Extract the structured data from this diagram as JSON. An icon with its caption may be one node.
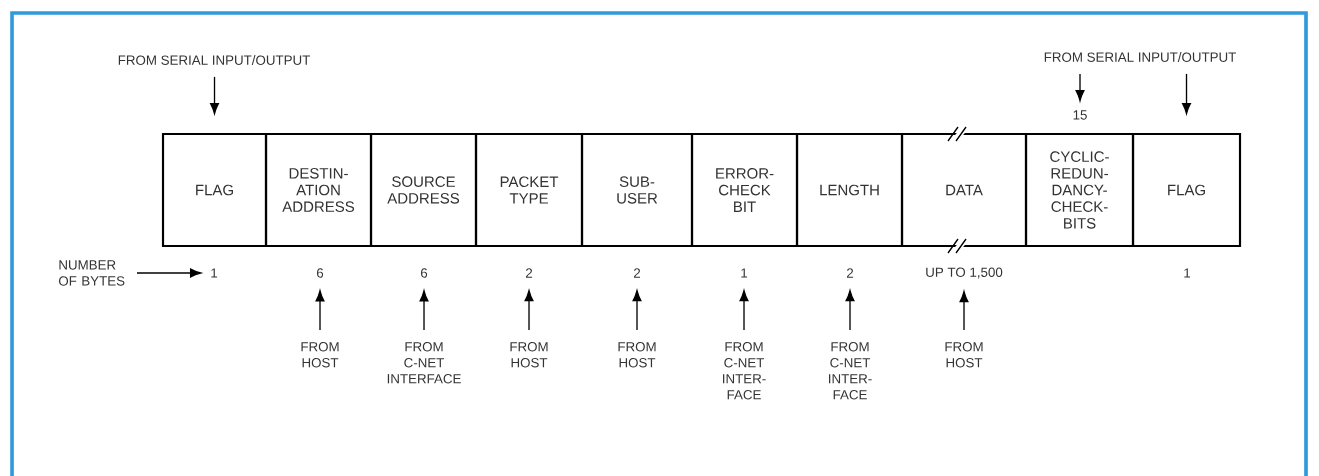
{
  "diagram": {
    "nodes": [
      {
        "text": [
          "FLAG"
        ]
      },
      {
        "text": [
          "DESTIN- ATION ADDRESS"
        ]
      },
      {
        "text": [
          "SOURCE ADDRESS"
        ]
      },
      {
        "text": [
          "PACKET TYPE"
        ]
      },
      {
        "text": [
          "SUB- USER"
        ]
      },
      {
        "text": [
          "ERROR- CHECK BIT"
        ]
      },
      {
        "text": [
          "LENGTH"
        ]
      },
      {
        "text": [
          "DATA"
        ]
      },
      {
        "text": [
          "CYCLIC- REDUN- DANCY- CHECK- BITS"
        ]
      },
      {
        "text": [
          "FLAG"
        ]
      },
      {
        "text": [
          "FROM SERIAL INPUT/OUTPUT"
        ]
      },
      {
        "text": [
          "FROM SERIAL INPUT/OUTPUT"
        ]
      },
      {
        "text": [
          "1"
        ]
      },
      {
        "text": [
          "6"
        ]
      },
      {
        "text": [
          "6"
        ]
      },
      {
        "text": [
          "2"
        ]
      },
      {
        "text": [
          "2"
        ]
      },
      {
        "text": [
          "1"
        ]
      },
      {
        "text": [
          "2"
        ]
      },
      {
        "text": [
          "UP TO 1,500"
        ]
      },
      {
        "text": [
          "15"
        ]
      },
      {
        "text": [
          "NUMBER OF BYTES"
        ]
      },
      {
        "text": [
          "FROM HOST"
        ]
      },
      {
        "text": [
          "FROM C-NET INTERFACE"
        ]
      },
      {
        "text": [
          "FROM HOST"
        ]
      },
      {
        "text": [
          "FROM HOST"
        ]
      },
      {
        "text": [
          "FROM C-NET INTER- FACE"
        ]
      },
      {
        "text": [
          "FROM C-NET INTER- FACE"
        ]
      },
      {
        "text": [
          "FROM HOST"
        ]
      }
    ],
    "edges": [
      {
        "from": 10,
        "to": 0,
        "arrow": "to"
      },
      {
        "from": 11,
        "to": 20,
        "arrow": "to"
      },
      {
        "from": 11,
        "to": 9,
        "arrow": "to"
      },
      {
        "from": 21,
        "to": 12,
        "arrow": "to"
      },
      {
        "from": 22,
        "to": 13,
        "arrow": "to"
      },
      {
        "from": 23,
        "to": 14,
        "arrow": "to"
      },
      {
        "from": 24,
        "to": 15,
        "arrow": "to"
      },
      {
        "from": 25,
        "to": 16,
        "arrow": "to"
      },
      {
        "from": 26,
        "to": 17,
        "arrow": "to"
      },
      {
        "from": 27,
        "to": 18,
        "arrow": "to"
      },
      {
        "from": 28,
        "to": 19,
        "arrow": "to"
      }
    ],
    "labels": [
      "1"
    ]
  }
}
